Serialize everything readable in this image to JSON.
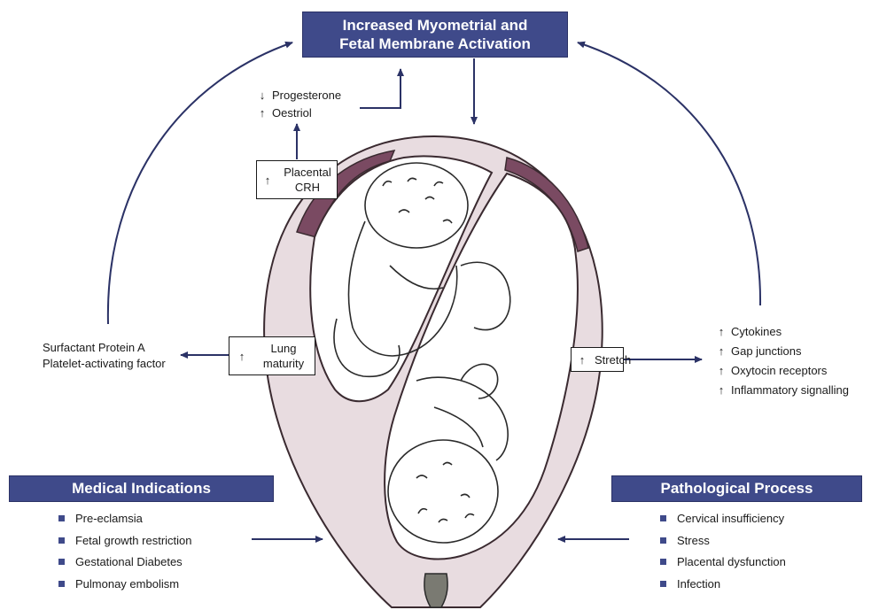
{
  "top_box": {
    "line1": "Increased Myometrial and",
    "line2": "Fetal Membrane Activation"
  },
  "hormones": {
    "progesterone": "Progesterone",
    "oestriol": "Oestriol"
  },
  "placental_crh": {
    "line1": "Placental",
    "line2": "CRH"
  },
  "lung_maturity": {
    "line1": "Lung",
    "line2": "maturity"
  },
  "surfactant": {
    "line1": "Surfactant Protein A",
    "line2": "Platelet-activating factor"
  },
  "stretch": {
    "label": "Stretch"
  },
  "stretch_effects": [
    "Cytokines",
    "Gap junctions",
    "Oxytocin receptors",
    "Inflammatory signalling"
  ],
  "medical_indications": {
    "title": "Medical Indications",
    "items": [
      "Pre-eclamsia",
      "Fetal growth restriction",
      "Gestational Diabetes",
      "Pulmonay embolism"
    ]
  },
  "pathological_process": {
    "title": "Pathological Process",
    "items": [
      "Cervical insufficiency",
      "Stress",
      "Placental dysfunction",
      "Infection"
    ]
  },
  "colors": {
    "navy": "#3f4a8a",
    "uterus_fill": "#e8dce0",
    "placenta": "#7a4a62",
    "cervix": "#7a7a72"
  },
  "icons": {
    "increase": "up-arrow-icon",
    "decrease": "down-arrow-icon",
    "bullet": "square-bullet-icon"
  }
}
